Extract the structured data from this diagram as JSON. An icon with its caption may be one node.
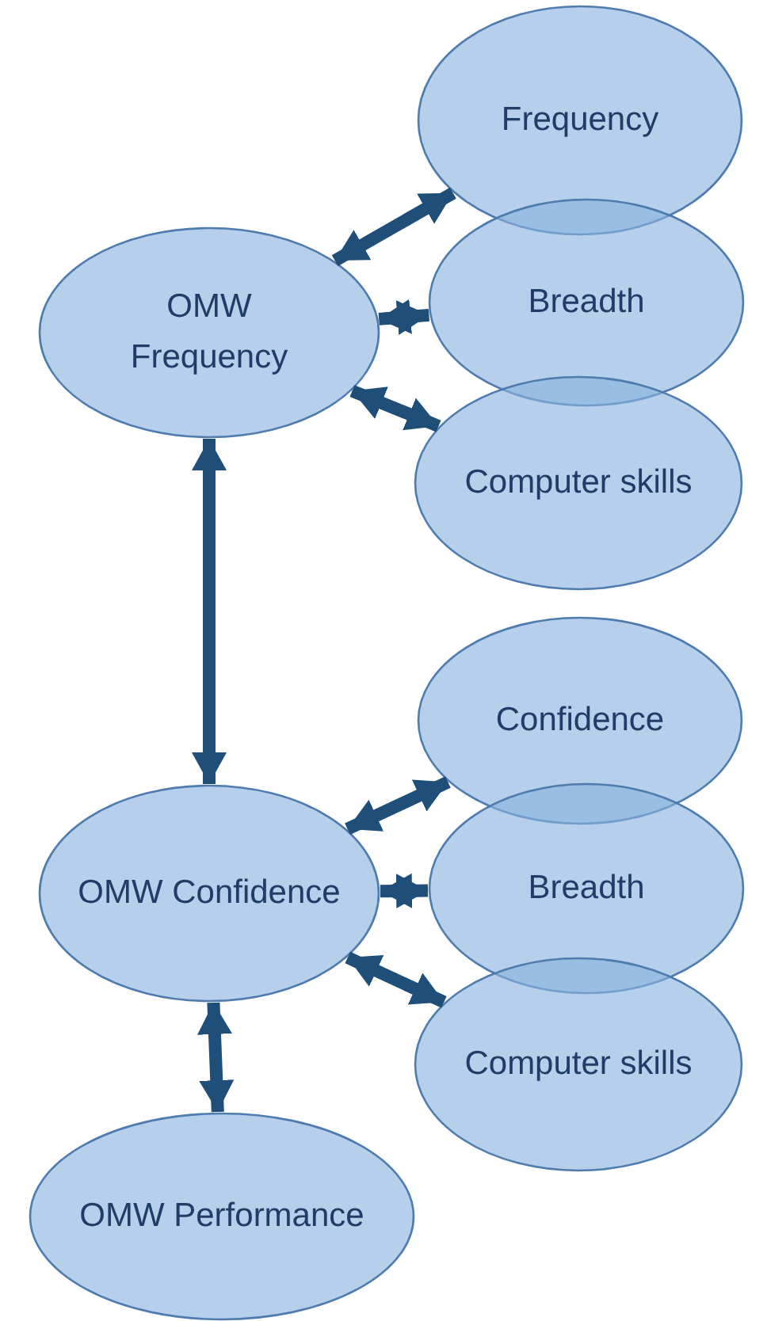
{
  "diagram": {
    "nodes": [
      {
        "text": [
          "Frequency"
        ]
      },
      {
        "text": [
          "OMW Frequency"
        ]
      },
      {
        "text": [
          "Breadth"
        ]
      },
      {
        "text": [
          "Computer skills"
        ]
      },
      {
        "text": [
          "Confidence"
        ]
      },
      {
        "text": [
          "OMW Confidence"
        ]
      },
      {
        "text": [
          "Breadth"
        ]
      },
      {
        "text": [
          "Computer skills"
        ]
      },
      {
        "text": [
          "OMW Performance"
        ]
      }
    ],
    "edges": [
      {
        "from": 1,
        "to": 0,
        "arrow": "both"
      },
      {
        "from": 1,
        "to": 2,
        "arrow": "both"
      },
      {
        "from": 1,
        "to": 3,
        "arrow": "both"
      },
      {
        "from": 1,
        "to": 5,
        "arrow": "both"
      },
      {
        "from": 5,
        "to": 4,
        "arrow": "both"
      },
      {
        "from": 5,
        "to": 6,
        "arrow": "both"
      },
      {
        "from": 5,
        "to": 7,
        "arrow": "both"
      },
      {
        "from": 5,
        "to": 8,
        "arrow": "both"
      }
    ]
  }
}
